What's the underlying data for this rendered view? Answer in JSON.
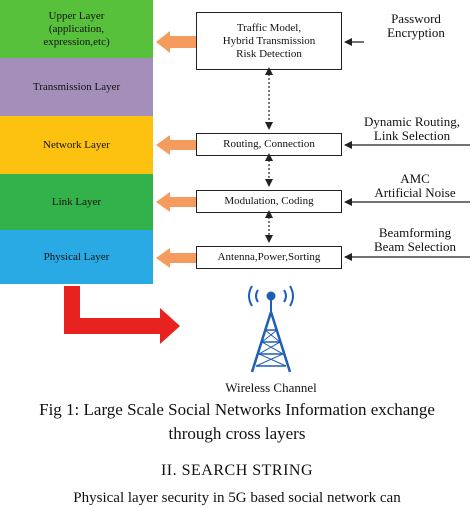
{
  "layers": [
    {
      "lines": [
        "Upper Layer",
        "(application,",
        "expression,etc)"
      ],
      "color": "#58c13c"
    },
    {
      "lines": [
        "Transmission Layer"
      ],
      "color": "#a48fba"
    },
    {
      "lines": [
        "Network Layer"
      ],
      "color": "#fcc20f"
    },
    {
      "lines": [
        "Link Layer"
      ],
      "color": "#33b14b"
    },
    {
      "lines": [
        "Physical Layer"
      ],
      "color": "#2aaae4"
    }
  ],
  "boxes": [
    {
      "lines": [
        "Traffic Model,",
        "Hybrid Transmission",
        "Risk Detection"
      ]
    },
    {
      "lines": [
        "Routing, Connection"
      ]
    },
    {
      "lines": [
        "Modulation, Coding"
      ]
    },
    {
      "lines": [
        "Antenna,Power,Sorting"
      ]
    }
  ],
  "right_labels": [
    {
      "lines": [
        "Password",
        "Encryption"
      ]
    },
    {
      "lines": [
        "Dynamic Routing,",
        "Link Selection"
      ]
    },
    {
      "lines": [
        "AMC",
        "Artificial Noise"
      ]
    },
    {
      "lines": [
        "Beamforming",
        "Beam Selection"
      ]
    }
  ],
  "wireless_label": "Wireless Channel",
  "caption_line1": "Fig 1: Large Scale Social Networks Information exchange",
  "caption_line2": "through cross layers",
  "section_heading": "II.   SEARCH STRING",
  "cut_off_text": "Physical layer security in 5G based social network can",
  "colors": {
    "arrow_orange": "#f59b5e",
    "arrow_red": "#e8231f",
    "tower_blue": "#1e5fb5"
  }
}
